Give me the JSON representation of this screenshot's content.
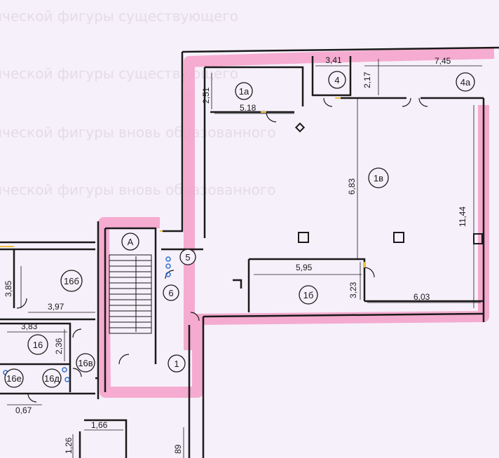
{
  "watermark_lines": [
    "ической  фигуры существующего",
    "ической  фигуры  существующего",
    "ической  фигуры  вновь образованного",
    "ической  фигуры  вновь образованного"
  ],
  "rooms": {
    "r1a": "1а",
    "r4": "4",
    "r4a": "4а",
    "r1v": "1в",
    "r1b": "1б",
    "rA": "А",
    "r5": "5",
    "r6": "6",
    "r1": "1",
    "r16b": "16б",
    "r16": "16",
    "r16v": "16в",
    "r16e": "16е",
    "r16d": "16д"
  },
  "dims": {
    "d251": "2,51",
    "d518": "5.18",
    "d341": "3,41",
    "d217": "2,17",
    "d745": "7,45",
    "d683": "6,83",
    "d1144": "11,44",
    "d595": "5,95",
    "d323": "3,23",
    "d603": "6,03",
    "d385": "3,85",
    "d397": "3,97",
    "d383": "3,83",
    "d236": "2,36",
    "d067": "0,67",
    "d166": "1,66",
    "d126": "1,26",
    "d89": "89"
  },
  "colors": {
    "highlight": "#f4a0c8",
    "wall": "#1a1a1a",
    "paper": "#f6f0fa",
    "fixture": "#2d6fd0",
    "door": "#f0c040"
  }
}
